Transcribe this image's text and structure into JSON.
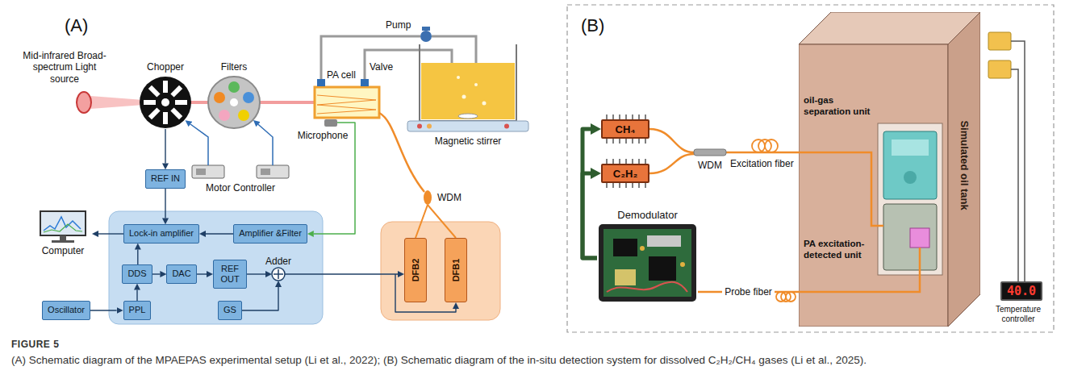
{
  "diagram": {
    "title": "FIGURE 5",
    "caption": "(A) Schematic diagram of the MPAEPAS experimental setup (Li et al., 2022); (B) Schematic diagram of the in-situ detection system for dissolved C₂H₂/CH₄ gases (Li et al., 2025).",
    "nodes": [
      {
        "text": [
          "REF IN"
        ]
      },
      {
        "text": [
          "Computer"
        ]
      },
      {
        "text": [
          "Lock-in amplifier"
        ]
      },
      {
        "text": [
          "Amplifier &Filter"
        ]
      },
      {
        "text": [
          "DDS"
        ]
      },
      {
        "text": [
          "DAC"
        ]
      },
      {
        "text": [
          "REF OUT"
        ]
      },
      {
        "text": [
          "Oscillator"
        ]
      },
      {
        "text": [
          "PPL"
        ]
      },
      {
        "text": [
          "GS"
        ]
      },
      {
        "text": [
          "DFB2"
        ]
      },
      {
        "text": [
          "DFB1"
        ]
      },
      {
        "text": [
          "CH₄"
        ]
      },
      {
        "text": [
          "C₂H₂"
        ]
      },
      {
        "text": [
          "Demodulator"
        ]
      },
      {
        "text": [
          "Simulated oil tank"
        ]
      },
      {
        "text": [
          "40.0"
        ]
      }
    ],
    "edges": [
      {
        "from": 0,
        "to": 2,
        "arrow": "to"
      },
      {
        "from": 2,
        "to": 1,
        "arrow": "to"
      },
      {
        "from": 3,
        "to": 2,
        "arrow": "to"
      },
      {
        "from": 4,
        "to": 2,
        "arrow": "to"
      },
      {
        "from": 4,
        "to": 5,
        "arrow": "to"
      },
      {
        "from": 5,
        "to": 6,
        "arrow": "to"
      },
      {
        "from": 7,
        "to": 8,
        "arrow": "to"
      },
      {
        "from": 8,
        "to": 4,
        "arrow": "to"
      },
      {
        "from": 14,
        "to": 12,
        "arrow": "to"
      },
      {
        "from": 14,
        "to": 13,
        "arrow": "to"
      },
      {
        "from": 14,
        "to": 15,
        "label": "Probe fiber",
        "arrow": "none"
      }
    ],
    "labels": [
      "(A)",
      "Mid-infrared Broad-spectrum Light source",
      "Chopper",
      "Filters",
      "Pump",
      "Valve",
      "PA cell",
      "Magnetic stirrer",
      "Microphone",
      "Motor Controller",
      "Adder",
      "WDM",
      "(B)",
      "WDM",
      "Excitation fiber",
      "oil-gas separation unit",
      "PA excitation-detected unit",
      "Temperature controller"
    ]
  }
}
